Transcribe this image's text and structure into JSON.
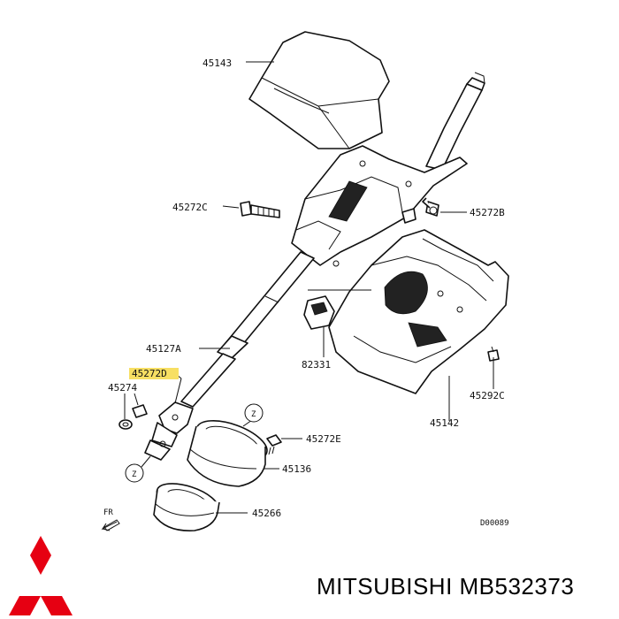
{
  "labels": {
    "p45143": "45143",
    "p45272c": "45272C",
    "p45272b": "45272B",
    "p45127a": "45127A",
    "p45272d": "45272D",
    "p45274": "45274",
    "p82331": "82331",
    "p45292c": "45292C",
    "p45142": "45142",
    "p45272e": "45272E",
    "p45136": "45136",
    "p45266": "45266",
    "z1": "Z",
    "z2": "Z",
    "fr": "FR",
    "code": "D00089"
  },
  "highlight_color": "#f7df63",
  "logo_color": "#e60012",
  "brand": "MITSUBISHI MB532373"
}
